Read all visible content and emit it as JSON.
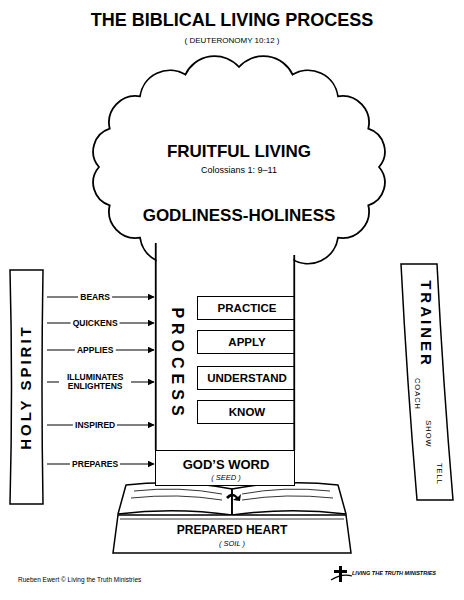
{
  "diagram": {
    "title": "THE BIBLICAL LIVING PROCESS",
    "nodes": [
      {
        "text": [
          "FRUITFUL LIVING",
          "Colossians 1: 9–11",
          "GODLINESS-HOLINESS"
        ]
      },
      {
        "text": [
          "PROCESS"
        ]
      },
      {
        "text": [
          "PRACTICE"
        ],
        "in": 1
      },
      {
        "text": [
          "APPLY"
        ],
        "in": 1
      },
      {
        "text": [
          "UNDERSTAND"
        ],
        "in": 1
      },
      {
        "text": [
          "KNOW"
        ],
        "in": 1
      },
      {
        "text": [
          "GOD’S WORD",
          "( SEED )"
        ]
      },
      {
        "text": [
          "PREPARED HEART",
          "( SOIL )"
        ]
      },
      {
        "text": [
          "HOLY SPIRIT"
        ]
      },
      {
        "text": [
          "TRAINER",
          "COACH",
          "SHOW",
          "TELL"
        ]
      }
    ],
    "edges": [
      {
        "from": 8,
        "to": 1,
        "label": "BEARS",
        "arrow": "to"
      },
      {
        "from": 8,
        "to": 1,
        "label": "QUICKENS",
        "arrow": "to"
      },
      {
        "from": 8,
        "to": 1,
        "label": "APPLIES",
        "arrow": "to"
      },
      {
        "from": 8,
        "to": 1,
        "label": "ILLUMINATES ENLIGHTENS",
        "arrow": "to"
      },
      {
        "from": 8,
        "to": 1,
        "label": "INSPIRED",
        "arrow": "to"
      },
      {
        "from": 8,
        "to": 6,
        "label": "PREPARES",
        "arrow": "to"
      }
    ],
    "labels": [
      "( DEUTERONOMY 10:12 )",
      "Rueben Ewert © Living the Truth Ministries",
      "LIVING THE TRUTH MINISTRIES"
    ]
  }
}
